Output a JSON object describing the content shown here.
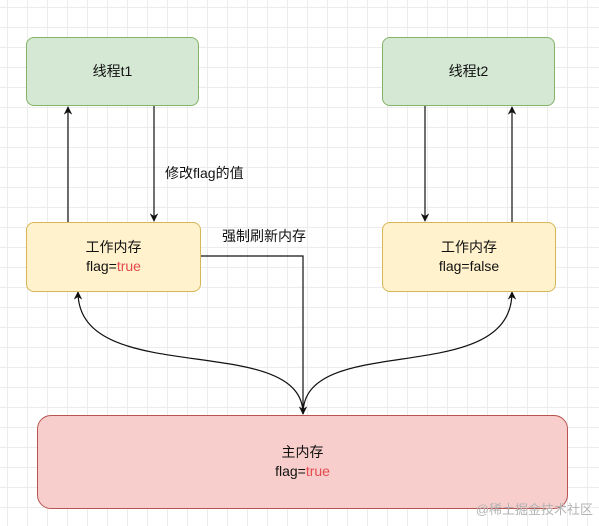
{
  "thread1": {
    "title": "线程t1"
  },
  "thread2": {
    "title": "线程t2"
  },
  "working_memory_1": {
    "title": "工作内存",
    "flag_label": "flag=",
    "flag_value": "true"
  },
  "working_memory_2": {
    "title": "工作内存",
    "flag_text": "flag=false"
  },
  "main_memory": {
    "title": "主内存",
    "flag_label": "flag=",
    "flag_value": "true"
  },
  "edges": {
    "modify_flag": "修改flag的值",
    "force_flush": "强制刷新内存"
  },
  "watermark": "@稀土掘金技术社区",
  "colors": {
    "thread_fill": "#d5e8d4",
    "thread_border": "#82b366",
    "working_fill": "#fff2cc",
    "working_border": "#d6b656",
    "main_fill": "#f8cecc",
    "main_border": "#b85450",
    "highlight_text": "#e5484d"
  }
}
